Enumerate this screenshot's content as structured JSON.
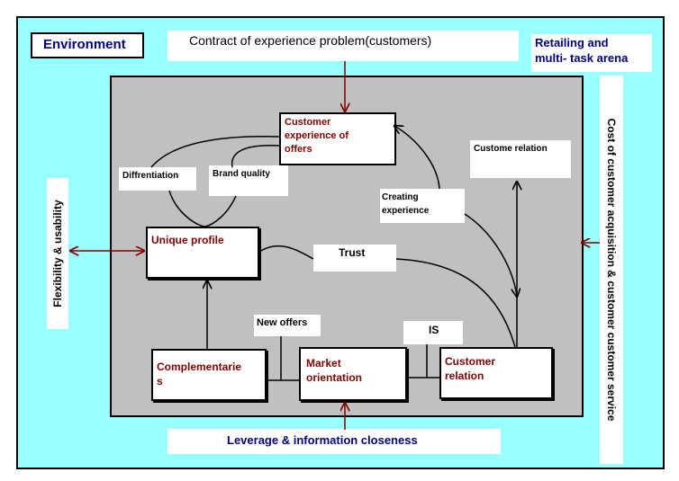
{
  "labels": {
    "environment": "Environment",
    "contract": "Contract of experience problem(customers)",
    "retailing_line1": "Retailing and",
    "retailing_line2": "multi- task arena",
    "cost": "Cost of customer acquisition & customer customer service",
    "flexibility": "Flexibility & usability",
    "leverage": "Leverage & information closeness",
    "customer_experience": "Customer experience of offers",
    "diffrentiation": "Diffrentiation",
    "brand_quality": "Brand quality",
    "creating_experience": "Creating experience",
    "custome_relation_top": "Custome relation",
    "unique_profile": "Unique profile",
    "trust": "Trust",
    "new_offers": "New offers",
    "is": "IS",
    "complementaries": "Complementaries",
    "market_orientation": "Market orientation",
    "customer_relation": "Customer relation"
  },
  "colors": {
    "frame_bg": "#99ffff",
    "inner_bg": "#c0c0c0",
    "arrow": "#800000",
    "navy_text": "#000080",
    "box_text_red": "#800000"
  }
}
